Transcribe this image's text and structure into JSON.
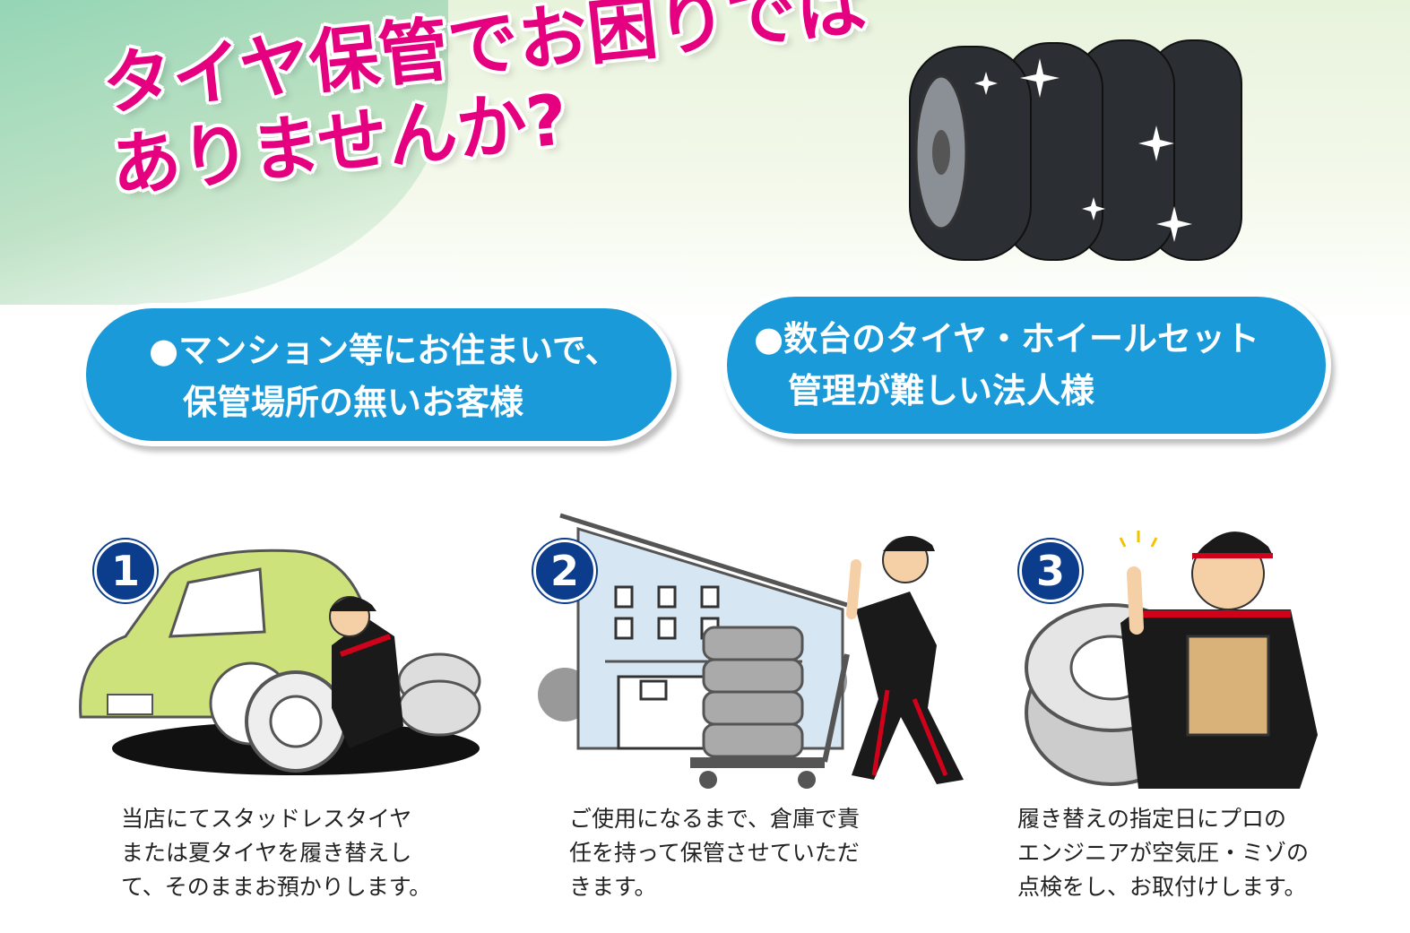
{
  "headline": {
    "line1": "タイヤ保管でお困りでは",
    "line2": "ありませんか?"
  },
  "targets": [
    {
      "line1": "●マンション等にお住まいで、",
      "line2": "保管場所の無いお客様"
    },
    {
      "line1": "●数台のタイヤ・ホイールセット",
      "line2": "管理が難しい法人様"
    }
  ],
  "steps": [
    {
      "number": "1",
      "lines": [
        "当店にてスタッドレスタイヤ",
        "または夏タイヤを履き替えし",
        "て、そのままお預かりします。"
      ]
    },
    {
      "number": "2",
      "lines": [
        "ご使用になるまで、倉庫で責",
        "任を持って保管させていただ",
        "きます。"
      ]
    },
    {
      "number": "3",
      "lines": [
        "履き替えの指定日にプロの",
        "エンジニアが空気圧・ミゾの",
        "点検をし、お取付けします。"
      ]
    }
  ],
  "colors": {
    "headline": "#e4007f",
    "cloud": "#1a9ad8",
    "badge": "#0b3d8c"
  }
}
